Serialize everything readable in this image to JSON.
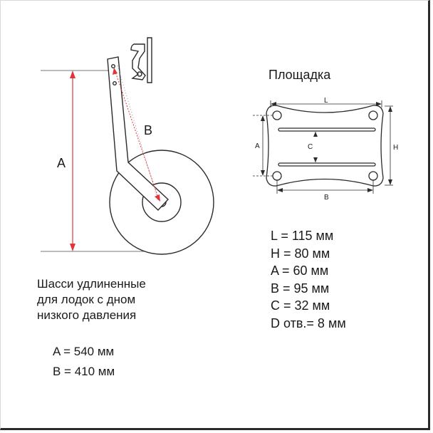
{
  "chassis": {
    "label_a": "A",
    "label_b": "B",
    "description": [
      "Шасси удлиненные",
      "для лодок с дном",
      "низкого давления"
    ],
    "specs": [
      "A = 540 мм",
      "B = 410 мм"
    ]
  },
  "plate": {
    "title": "Площадка",
    "label_l": "L",
    "label_h": "H",
    "label_a": "A",
    "label_b": "B",
    "label_c": "C",
    "specs": [
      "L  = 115 мм",
      "H = 80 мм",
      "A = 60 мм",
      "B = 95 мм",
      "C = 32 мм",
      "D отв.= 8 мм"
    ]
  },
  "colors": {
    "line": "#2b2b2b",
    "dimension_red": "#e0363b"
  }
}
